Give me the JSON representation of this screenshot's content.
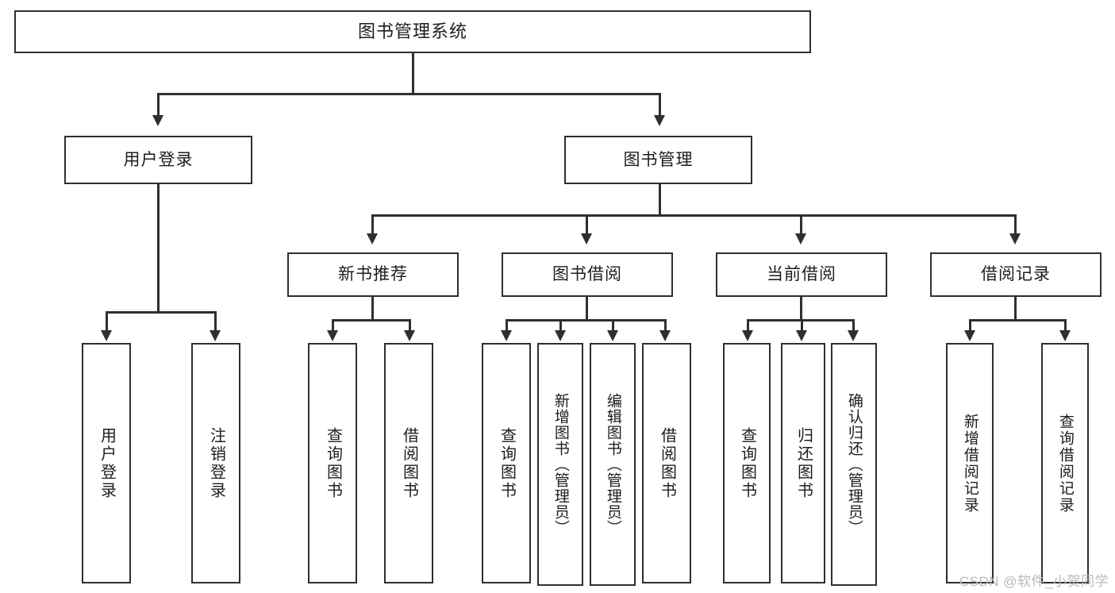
{
  "diagram": {
    "title": "图书管理系统",
    "watermark": "CSDN @软件_小贺同学",
    "type": "tree",
    "orientation": "top-down",
    "nodes": {
      "root": {
        "label": "图书管理系统",
        "level": 1
      },
      "l2": [
        {
          "id": "user-login",
          "label": "用户登录",
          "level": 2
        },
        {
          "id": "book-manage",
          "label": "图书管理",
          "level": 2
        }
      ],
      "l3": [
        {
          "id": "new-book-recommend",
          "label": "新书推荐",
          "level": 3,
          "parent": "book-manage"
        },
        {
          "id": "book-borrow",
          "label": "图书借阅",
          "level": 3,
          "parent": "book-manage"
        },
        {
          "id": "current-borrow",
          "label": "当前借阅",
          "level": 3,
          "parent": "book-manage"
        },
        {
          "id": "borrow-record",
          "label": "借阅记录",
          "level": 3,
          "parent": "book-manage"
        }
      ],
      "leaves": [
        {
          "id": "leaf-user-login",
          "label": "用户登录",
          "parent": "user-login"
        },
        {
          "id": "leaf-user-logout",
          "label": "注销登录",
          "parent": "user-login"
        },
        {
          "id": "leaf-query-book-rec",
          "label": "查询图书",
          "parent": "new-book-recommend"
        },
        {
          "id": "leaf-borrow-book-rec",
          "label": "借阅图书",
          "parent": "new-book-recommend"
        },
        {
          "id": "leaf-query-book-borrow",
          "label": "查询图书",
          "parent": "book-borrow"
        },
        {
          "id": "leaf-add-book-admin",
          "label": "新增图书（管理员）",
          "parent": "book-borrow"
        },
        {
          "id": "leaf-edit-book-admin",
          "label": "编辑图书（管理员）",
          "parent": "book-borrow"
        },
        {
          "id": "leaf-borrow-book",
          "label": "借阅图书",
          "parent": "book-borrow"
        },
        {
          "id": "leaf-query-book-current",
          "label": "查询图书",
          "parent": "current-borrow"
        },
        {
          "id": "leaf-return-book",
          "label": "归还图书",
          "parent": "current-borrow"
        },
        {
          "id": "leaf-confirm-return-admin",
          "label": "确认归还（管理员）",
          "parent": "current-borrow"
        },
        {
          "id": "leaf-add-borrow-record",
          "label": "新增借阅记录",
          "parent": "borrow-record"
        },
        {
          "id": "leaf-query-borrow-record",
          "label": "查询借阅记录",
          "parent": "borrow-record"
        }
      ]
    },
    "colors": {
      "stroke": "#2f2f2f",
      "fill": "#ffffff",
      "text": "#1d1d1d",
      "watermark": "#b9b9b9"
    }
  }
}
